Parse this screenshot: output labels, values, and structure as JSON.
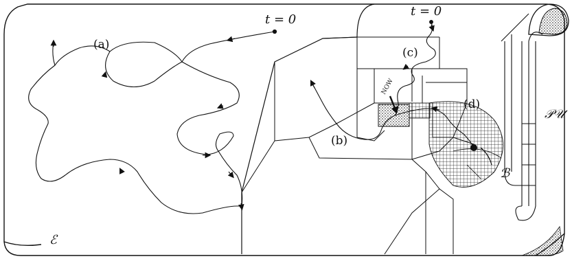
{
  "labels": {
    "t0_left": "t = 0",
    "t0_right": "t = 0",
    "path_a": "(a)",
    "path_b": "(b)",
    "path_c": "(c)",
    "path_d": "(d)",
    "now": "NOW",
    "set_E": "ℰ",
    "set_B": "ℬ",
    "set_PU": "𝒫𝒰"
  },
  "colors": {
    "ink": "#111111",
    "paper": "#ffffff"
  }
}
